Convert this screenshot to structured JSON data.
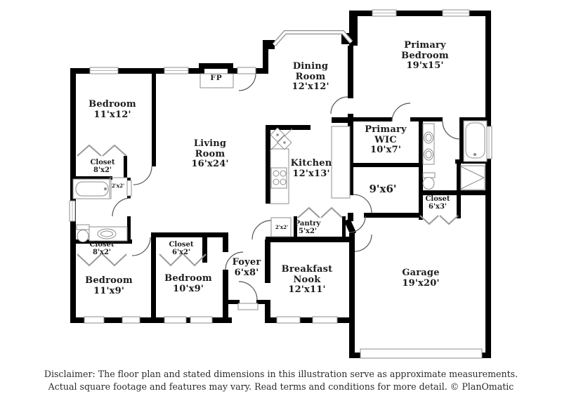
{
  "palette": {
    "wall": "#000000",
    "thin_line": "#8d8d8d",
    "door_arc": "#555555",
    "text": "#1c1c1c",
    "background": "#ffffff"
  },
  "rooms": {
    "primary_bedroom": {
      "name": "Primary\nBedroom",
      "dims": "19'x15'"
    },
    "dining_room": {
      "name": "Dining\nRoom",
      "dims": "12'x12'"
    },
    "living_room": {
      "name": "Living\nRoom",
      "dims": "16'x24'"
    },
    "bedroom_top": {
      "name": "Bedroom",
      "dims": "11'x12'"
    },
    "kitchen": {
      "name": "Kitchen",
      "dims": "12'x13'"
    },
    "primary_wic": {
      "name": "Primary\nWIC",
      "dims": "10'x7'"
    },
    "flex_room": {
      "name": "",
      "dims": "9'x6'"
    },
    "closet_primary": {
      "name": "Closet",
      "dims": "6'x3'"
    },
    "closet_top": {
      "name": "Closet",
      "dims": "8'x2'"
    },
    "closet_bath_small": {
      "name": "",
      "dims": "2'x2'"
    },
    "closet_left": {
      "name": "Closet",
      "dims": "8'x2'"
    },
    "closet_mid": {
      "name": "Closet",
      "dims": "6'x2'"
    },
    "bedroom_left": {
      "name": "Bedroom",
      "dims": "11'x9'"
    },
    "bedroom_mid": {
      "name": "Bedroom",
      "dims": "10'x9'"
    },
    "foyer": {
      "name": "Foyer",
      "dims": "6'x8'"
    },
    "pantry": {
      "name": "Pantry",
      "dims": "5'x2'"
    },
    "closet_kitchen_small": {
      "name": "",
      "dims": "2'x2'"
    },
    "breakfast_nook": {
      "name": "Breakfast\nNook",
      "dims": "12'x11'"
    },
    "garage": {
      "name": "Garage",
      "dims": "19'x20'"
    },
    "fireplace": {
      "name": "FP",
      "dims": ""
    }
  },
  "disclaimer": {
    "line1": "Disclaimer: The floor plan and stated dimensions in this illustration serve as approximate measurements.",
    "line2": "Actual square footage and features may vary. Read terms and conditions for more detail. © PlanOmatic"
  }
}
